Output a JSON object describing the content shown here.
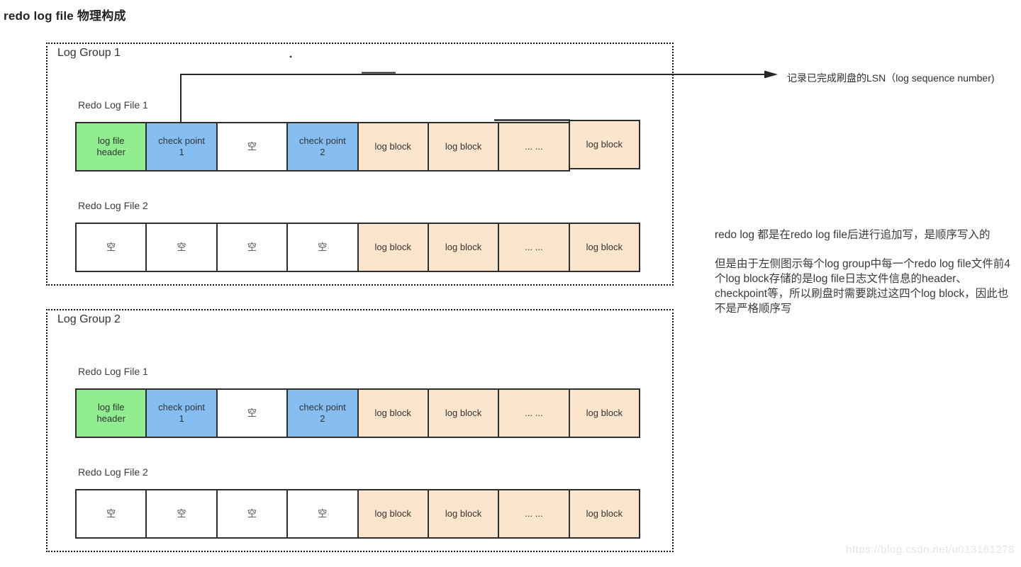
{
  "page": {
    "title": "redo log file 物理构成",
    "watermark": "https://blog.csdn.net/u013161278"
  },
  "annotation": {
    "lsn_note": "记录已完成刷盘的LSN（log sequence number)"
  },
  "notes": {
    "para1": "redo log 都是在redo log file后进行追加写，是顺序写入的",
    "para2": "但是由于左侧图示每个log group中每一个redo log file文件前4个log block存储的是log file日志文件信息的header、checkpoint等，所以刷盘时需要跳过这四个log block，因此也不是严格顺序写"
  },
  "colors": {
    "green": "#90EE90",
    "blue": "#87BEF2",
    "peach": "#FCE5CD",
    "white": "#FFFFFF",
    "border": "#2E2E2E"
  },
  "groups": [
    {
      "label": "Log Group 1",
      "files": [
        {
          "label": "Redo Log File 1",
          "blocks": [
            {
              "type": "header",
              "lines": [
                "log file",
                "header"
              ]
            },
            {
              "type": "checkpoint",
              "lines": [
                "check point",
                "1"
              ]
            },
            {
              "type": "empty",
              "lines": [
                "空"
              ]
            },
            {
              "type": "checkpoint",
              "lines": [
                "check point",
                "2"
              ]
            },
            {
              "type": "log",
              "lines": [
                "log block"
              ]
            },
            {
              "type": "log",
              "lines": [
                "log block"
              ]
            },
            {
              "type": "log",
              "lines": [
                "... ..."
              ]
            },
            {
              "type": "log",
              "lines": [
                "log block"
              ]
            }
          ]
        },
        {
          "label": "Redo Log File 2",
          "blocks": [
            {
              "type": "empty",
              "lines": [
                "空"
              ]
            },
            {
              "type": "empty",
              "lines": [
                "空"
              ]
            },
            {
              "type": "empty",
              "lines": [
                "空"
              ]
            },
            {
              "type": "empty",
              "lines": [
                "空"
              ]
            },
            {
              "type": "log",
              "lines": [
                "log block"
              ]
            },
            {
              "type": "log",
              "lines": [
                "log block"
              ]
            },
            {
              "type": "log",
              "lines": [
                "... ..."
              ]
            },
            {
              "type": "log",
              "lines": [
                "log block"
              ]
            }
          ]
        }
      ]
    },
    {
      "label": "Log Group 2",
      "files": [
        {
          "label": "Redo Log File 1",
          "blocks": [
            {
              "type": "header",
              "lines": [
                "log file",
                "header"
              ]
            },
            {
              "type": "checkpoint",
              "lines": [
                "check point",
                "1"
              ]
            },
            {
              "type": "empty",
              "lines": [
                "空"
              ]
            },
            {
              "type": "checkpoint",
              "lines": [
                "check point",
                "2"
              ]
            },
            {
              "type": "log",
              "lines": [
                "log block"
              ]
            },
            {
              "type": "log",
              "lines": [
                "log block"
              ]
            },
            {
              "type": "log",
              "lines": [
                "... ..."
              ]
            },
            {
              "type": "log",
              "lines": [
                "log block"
              ]
            }
          ]
        },
        {
          "label": "Redo Log File 2",
          "blocks": [
            {
              "type": "empty",
              "lines": [
                "空"
              ]
            },
            {
              "type": "empty",
              "lines": [
                "空"
              ]
            },
            {
              "type": "empty",
              "lines": [
                "空"
              ]
            },
            {
              "type": "empty",
              "lines": [
                "空"
              ]
            },
            {
              "type": "log",
              "lines": [
                "log block"
              ]
            },
            {
              "type": "log",
              "lines": [
                "log block"
              ]
            },
            {
              "type": "log",
              "lines": [
                "... ..."
              ]
            },
            {
              "type": "log",
              "lines": [
                "log block"
              ]
            }
          ]
        }
      ]
    }
  ]
}
